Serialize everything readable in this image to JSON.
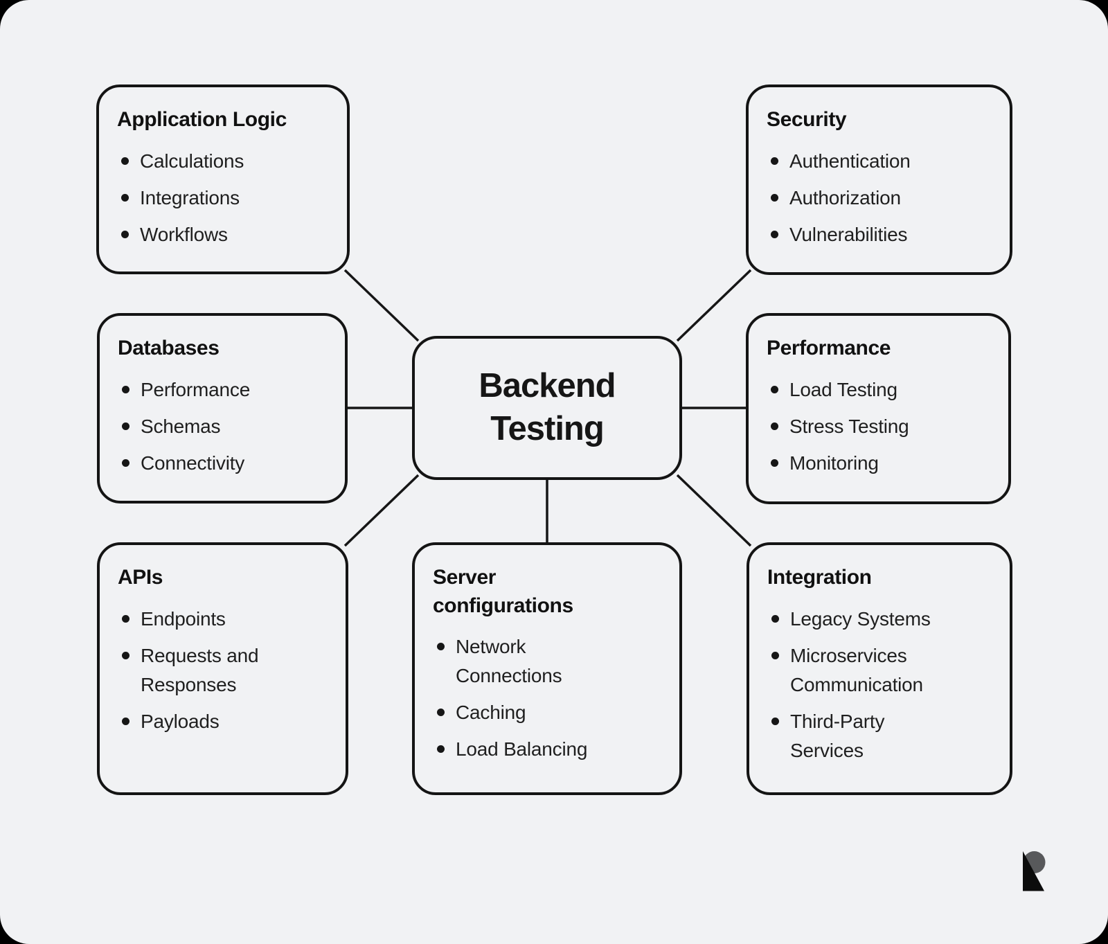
{
  "canvas": {
    "background": "#f1f2f4",
    "outer_background": "#000000",
    "line_color": "#161616"
  },
  "center": {
    "title": "Backend Testing"
  },
  "boxes": [
    {
      "id": "application-logic",
      "title": "Application Logic",
      "items": [
        "Calculations",
        "Integrations",
        "Workflows"
      ]
    },
    {
      "id": "security",
      "title": "Security",
      "items": [
        "Authentication",
        "Authorization",
        "Vulnerabilities"
      ]
    },
    {
      "id": "databases",
      "title": "Databases",
      "items": [
        "Performance",
        "Schemas",
        "Connectivity"
      ]
    },
    {
      "id": "performance",
      "title": "Performance",
      "items": [
        "Load Testing",
        "Stress Testing",
        "Monitoring"
      ]
    },
    {
      "id": "apis",
      "title": "APIs",
      "items": [
        "Endpoints",
        "Requests and Responses",
        "Payloads"
      ]
    },
    {
      "id": "server-configurations",
      "title": "Server configurations",
      "items": [
        "Network Connections",
        "Caching",
        "Load Balancing"
      ]
    },
    {
      "id": "integration",
      "title": "Integration",
      "items": [
        "Legacy Systems",
        "Microservices Communication",
        "Third-Party Services"
      ]
    }
  ],
  "logo": {
    "name": "r-logo",
    "circle_color": "#58595b",
    "triangle_color": "#0c0c0c"
  }
}
